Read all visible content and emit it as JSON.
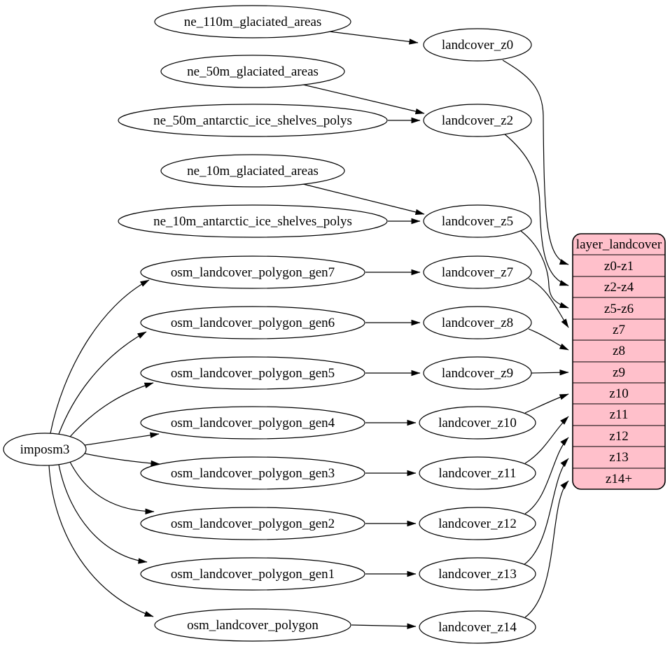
{
  "diagram": {
    "background": "#ffffff",
    "stroke_color": "#000000",
    "nodes": {
      "imposm3": "imposm3",
      "ne_110m_glaciated_areas": "ne_110m_glaciated_areas",
      "ne_50m_glaciated_areas": "ne_50m_glaciated_areas",
      "ne_50m_antarctic_ice_shelves_polys": "ne_50m_antarctic_ice_shelves_polys",
      "ne_10m_glaciated_areas": "ne_10m_glaciated_areas",
      "ne_10m_antarctic_ice_shelves_polys": "ne_10m_antarctic_ice_shelves_polys",
      "osm_landcover_polygon_gen7": "osm_landcover_polygon_gen7",
      "osm_landcover_polygon_gen6": "osm_landcover_polygon_gen6",
      "osm_landcover_polygon_gen5": "osm_landcover_polygon_gen5",
      "osm_landcover_polygon_gen4": "osm_landcover_polygon_gen4",
      "osm_landcover_polygon_gen3": "osm_landcover_polygon_gen3",
      "osm_landcover_polygon_gen2": "osm_landcover_polygon_gen2",
      "osm_landcover_polygon_gen1": "osm_landcover_polygon_gen1",
      "osm_landcover_polygon": "osm_landcover_polygon",
      "landcover_z0": "landcover_z0",
      "landcover_z2": "landcover_z2",
      "landcover_z5": "landcover_z5",
      "landcover_z7": "landcover_z7",
      "landcover_z8": "landcover_z8",
      "landcover_z9": "landcover_z9",
      "landcover_z10": "landcover_z10",
      "landcover_z11": "landcover_z11",
      "landcover_z12": "landcover_z12",
      "landcover_z13": "landcover_z13",
      "landcover_z14": "landcover_z14"
    },
    "table": {
      "title": "layer_landcover",
      "fill": "#ffc0cb",
      "rows": [
        "z0-z1",
        "z2-z4",
        "z5-z6",
        "z7",
        "z8",
        "z9",
        "z10",
        "z11",
        "z12",
        "z13",
        "z14+"
      ]
    },
    "edges": [
      {
        "from": "imposm3",
        "to": "osm_landcover_polygon_gen7"
      },
      {
        "from": "imposm3",
        "to": "osm_landcover_polygon_gen6"
      },
      {
        "from": "imposm3",
        "to": "osm_landcover_polygon_gen5"
      },
      {
        "from": "imposm3",
        "to": "osm_landcover_polygon_gen4"
      },
      {
        "from": "imposm3",
        "to": "osm_landcover_polygon_gen3"
      },
      {
        "from": "imposm3",
        "to": "osm_landcover_polygon_gen2"
      },
      {
        "from": "imposm3",
        "to": "osm_landcover_polygon_gen1"
      },
      {
        "from": "imposm3",
        "to": "osm_landcover_polygon"
      },
      {
        "from": "ne_110m_glaciated_areas",
        "to": "landcover_z0"
      },
      {
        "from": "ne_50m_glaciated_areas",
        "to": "landcover_z2"
      },
      {
        "from": "ne_50m_antarctic_ice_shelves_polys",
        "to": "landcover_z2"
      },
      {
        "from": "ne_10m_glaciated_areas",
        "to": "landcover_z5"
      },
      {
        "from": "ne_10m_antarctic_ice_shelves_polys",
        "to": "landcover_z5"
      },
      {
        "from": "osm_landcover_polygon_gen7",
        "to": "landcover_z7"
      },
      {
        "from": "osm_landcover_polygon_gen6",
        "to": "landcover_z8"
      },
      {
        "from": "osm_landcover_polygon_gen5",
        "to": "landcover_z9"
      },
      {
        "from": "osm_landcover_polygon_gen4",
        "to": "landcover_z10"
      },
      {
        "from": "osm_landcover_polygon_gen3",
        "to": "landcover_z11"
      },
      {
        "from": "osm_landcover_polygon_gen2",
        "to": "landcover_z12"
      },
      {
        "from": "osm_landcover_polygon_gen1",
        "to": "landcover_z13"
      },
      {
        "from": "osm_landcover_polygon",
        "to": "landcover_z14"
      },
      {
        "from": "landcover_z0",
        "to": "layer_landcover",
        "row": "z0-z1"
      },
      {
        "from": "landcover_z2",
        "to": "layer_landcover",
        "row": "z2-z4"
      },
      {
        "from": "landcover_z5",
        "to": "layer_landcover",
        "row": "z5-z6"
      },
      {
        "from": "landcover_z7",
        "to": "layer_landcover",
        "row": "z7"
      },
      {
        "from": "landcover_z8",
        "to": "layer_landcover",
        "row": "z8"
      },
      {
        "from": "landcover_z9",
        "to": "layer_landcover",
        "row": "z9"
      },
      {
        "from": "landcover_z10",
        "to": "layer_landcover",
        "row": "z10"
      },
      {
        "from": "landcover_z11",
        "to": "layer_landcover",
        "row": "z11"
      },
      {
        "from": "landcover_z12",
        "to": "layer_landcover",
        "row": "z12"
      },
      {
        "from": "landcover_z13",
        "to": "layer_landcover",
        "row": "z13"
      },
      {
        "from": "landcover_z14",
        "to": "layer_landcover",
        "row": "z14+"
      }
    ]
  }
}
